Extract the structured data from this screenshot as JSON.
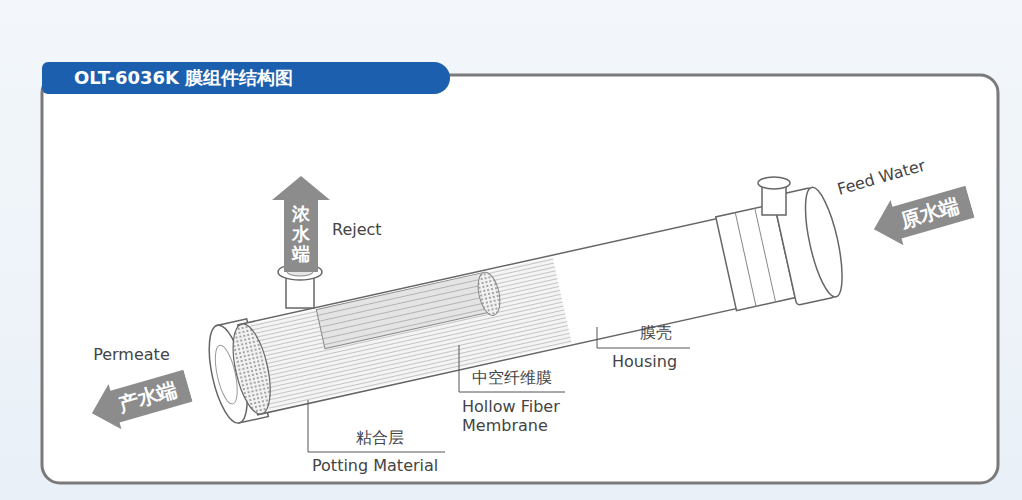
{
  "diagram": {
    "title": "OLT-6036K 膜组件结构图",
    "nodes": [
      {
        "text": [
          "浓水端",
          "Reject"
        ]
      },
      {
        "text": [
          "原水端",
          "Feed Water"
        ]
      },
      {
        "text": [
          "产水端",
          "Permeate"
        ]
      }
    ],
    "labels": [
      "膜壳",
      "Housing",
      "中空纤维膜",
      "Hollow Fiber Membrane",
      "粘合层",
      "Potting Material"
    ]
  }
}
